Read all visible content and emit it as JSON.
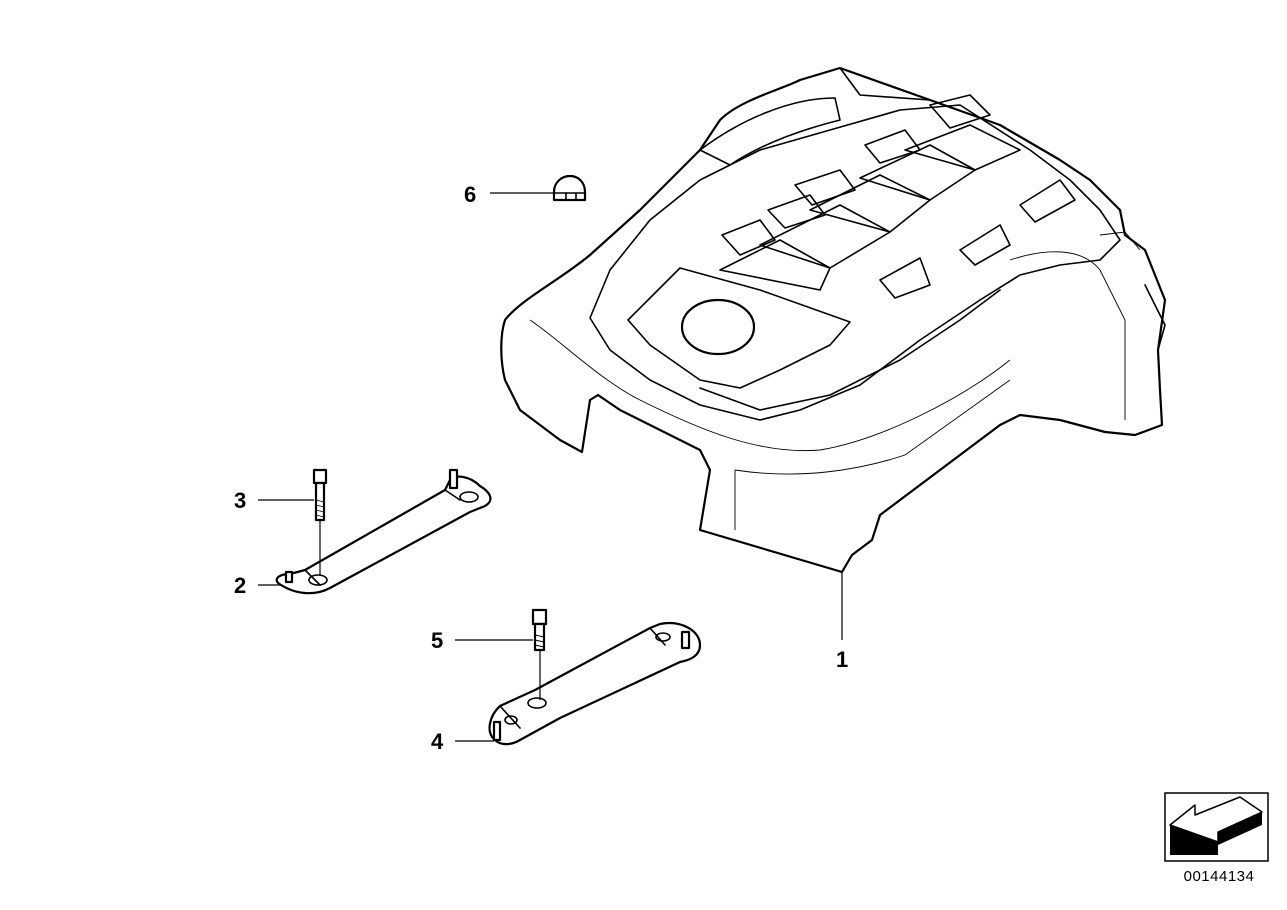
{
  "diagram": {
    "callouts": [
      {
        "id": "1",
        "label": "1"
      },
      {
        "id": "2",
        "label": "2"
      },
      {
        "id": "3",
        "label": "3"
      },
      {
        "id": "4",
        "label": "4"
      },
      {
        "id": "5",
        "label": "5"
      },
      {
        "id": "6",
        "label": "6"
      }
    ],
    "document_id": "00144134",
    "icons": [
      "engine-cover-icon",
      "bracket-icon",
      "bolt-icon",
      "cap-nut-icon",
      "direction-arrow-icon"
    ]
  }
}
